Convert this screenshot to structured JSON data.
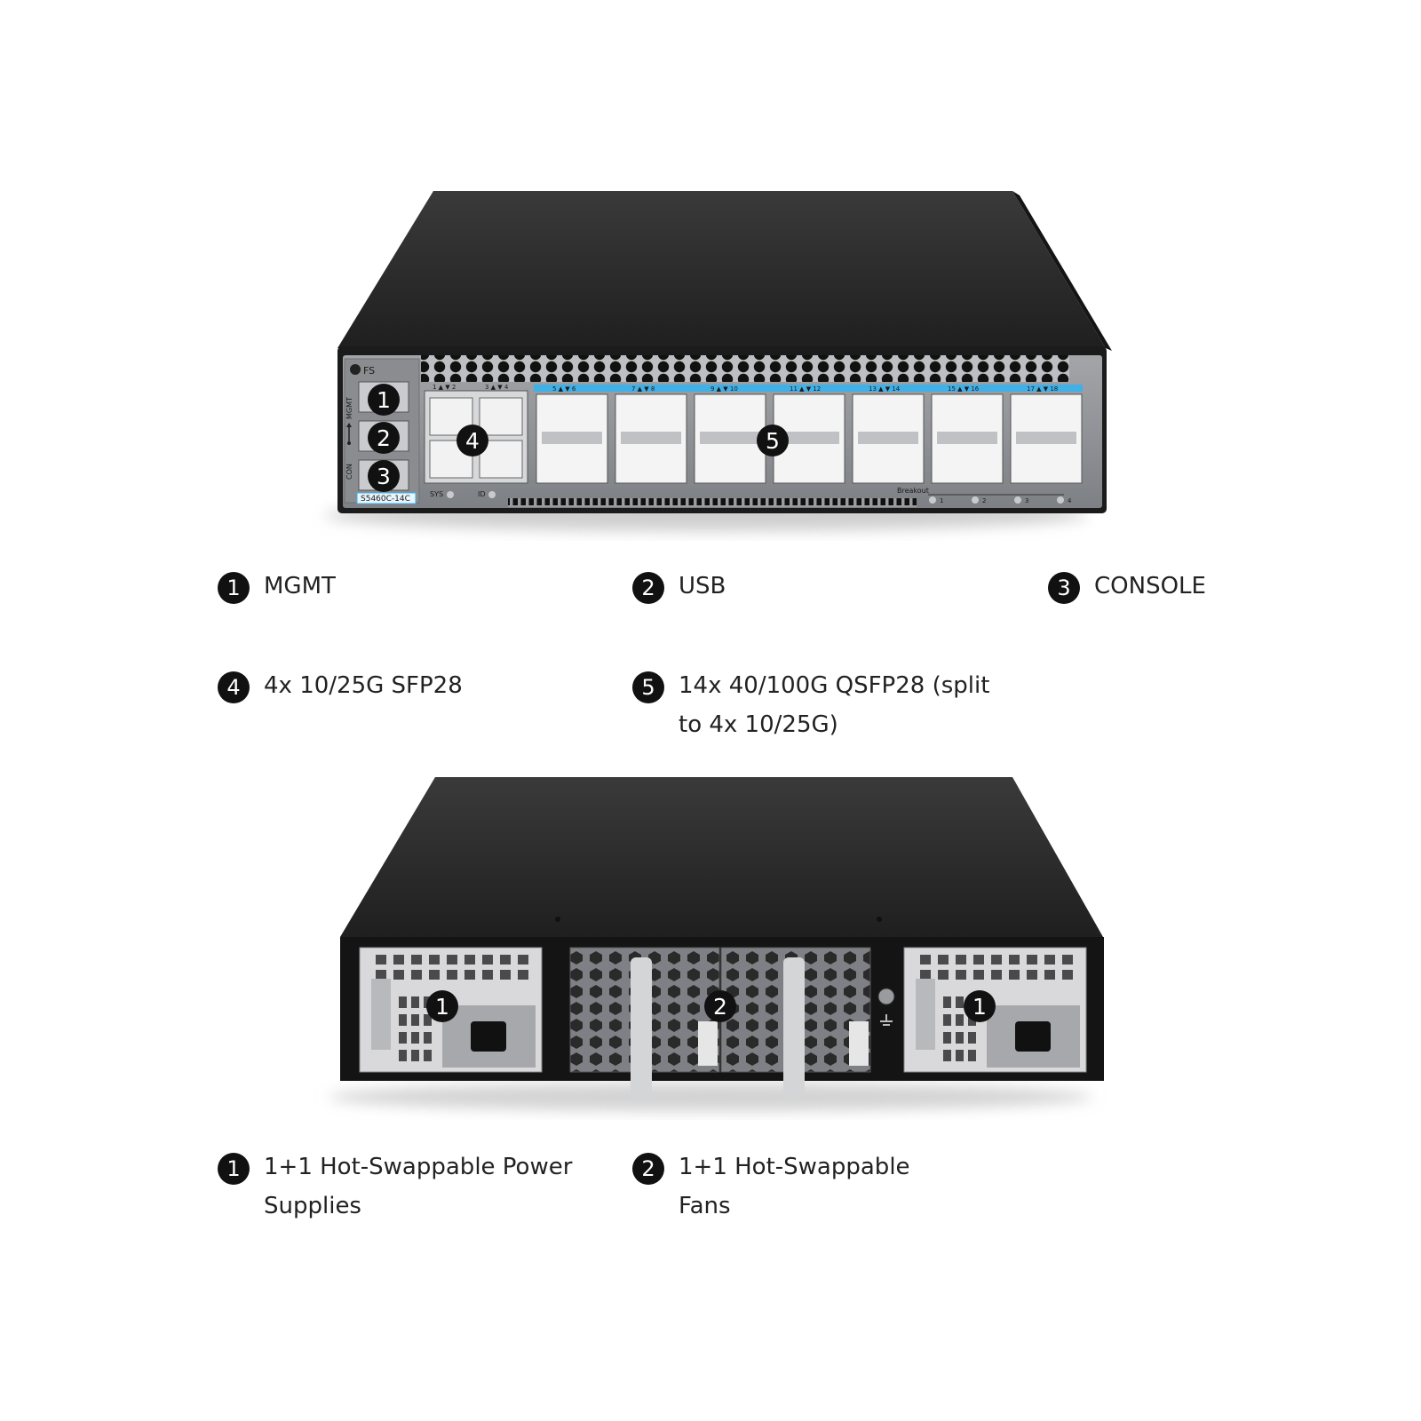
{
  "front": {
    "brand": "FS",
    "model": "S5460C-14C",
    "side_labels": [
      "MGMT",
      "CON"
    ],
    "led_labels": [
      "SYS",
      "ID"
    ],
    "breakout_label": "Breakout",
    "breakout_ports": [
      "1",
      "2",
      "3",
      "4"
    ],
    "sfp_port_labels": [
      "1 ▲ ▼ 2",
      "3 ▲ ▼ 4"
    ],
    "qsfp_port_labels": [
      "5 ▲ ▼ 6",
      "7 ▲ ▼ 8",
      "9 ▲ ▼ 10",
      "11 ▲ ▼ 12",
      "13 ▲ ▼ 14",
      "15 ▲ ▼ 16",
      "17 ▲ ▼ 18"
    ],
    "callouts": [
      "1",
      "2",
      "3",
      "4",
      "5"
    ],
    "legend": [
      {
        "num": "1",
        "label": "MGMT"
      },
      {
        "num": "2",
        "label": "USB"
      },
      {
        "num": "3",
        "label": "CONSOLE"
      },
      {
        "num": "4",
        "label": "4x 10/25G SFP28"
      },
      {
        "num": "5",
        "label": "14x 40/100G QSFP28 (split",
        "label_line2": "to 4x 10/25G)"
      }
    ]
  },
  "rear": {
    "callouts": [
      "1",
      "2",
      "1"
    ],
    "legend": [
      {
        "num": "1",
        "label": "1+1 Hot-Swappable Power",
        "label_line2": "Supplies"
      },
      {
        "num": "2",
        "label": "1+1 Hot-Swappable",
        "label_line2": "Fans"
      }
    ]
  },
  "colors": {
    "chassis_top": "#2b2b2b",
    "front_panel": "#8e9094",
    "accent_blue": "#3fb1e8",
    "badge": "#111111"
  }
}
